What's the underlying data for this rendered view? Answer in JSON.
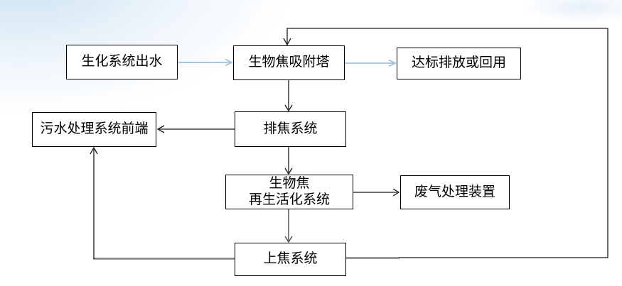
{
  "diagram": {
    "description": "Biochar adsorption wastewater treatment process flowchart",
    "nodes": [
      {
        "id": "biochemical-system-effluent",
        "label": "生化系统出水"
      },
      {
        "id": "biochar-adsorption-tower",
        "label": "生物焦吸附塔"
      },
      {
        "id": "standard-discharge-or-reuse",
        "label": "达标排放或回用"
      },
      {
        "id": "wastewater-treatment-front-end",
        "label": "污水处理系统前端"
      },
      {
        "id": "char-discharge-system",
        "label": "排焦系统"
      },
      {
        "id": "biochar-regeneration-activation",
        "label": "生物焦\n再生活化系统"
      },
      {
        "id": "waste-gas-treatment-device",
        "label": "废气处理装置"
      },
      {
        "id": "char-loading-system",
        "label": "上焦系统"
      }
    ],
    "edges": [
      {
        "from": "biochemical-system-effluent",
        "to": "biochar-adsorption-tower",
        "style": "blue-arrow"
      },
      {
        "from": "biochar-adsorption-tower",
        "to": "standard-discharge-or-reuse",
        "style": "blue-arrow"
      },
      {
        "from": "biochar-adsorption-tower",
        "to": "char-discharge-system",
        "style": "black-arrow"
      },
      {
        "from": "char-discharge-system",
        "to": "wastewater-treatment-front-end",
        "style": "black-arrow"
      },
      {
        "from": "char-discharge-system",
        "to": "biochar-regeneration-activation",
        "style": "black-arrow"
      },
      {
        "from": "biochar-regeneration-activation",
        "to": "waste-gas-treatment-device",
        "style": "black-arrow"
      },
      {
        "from": "biochar-regeneration-activation",
        "to": "char-loading-system",
        "style": "dark-gray-arrow"
      },
      {
        "from": "char-loading-system",
        "to": "wastewater-treatment-front-end",
        "style": "gray-then-black-arrow"
      },
      {
        "from": "char-loading-system",
        "to": "biochar-adsorption-tower",
        "style": "gray-then-black-arrow"
      }
    ],
    "colors": {
      "blue_arrow": "#9cc0de",
      "black_arrow": "#1a1a1a",
      "dark_gray_arrow": "#4d4d4d",
      "gray_segment": "#808080",
      "box_border": "#000000",
      "box_fill": "#ffffff",
      "background_wash": "#cde0f1"
    }
  }
}
